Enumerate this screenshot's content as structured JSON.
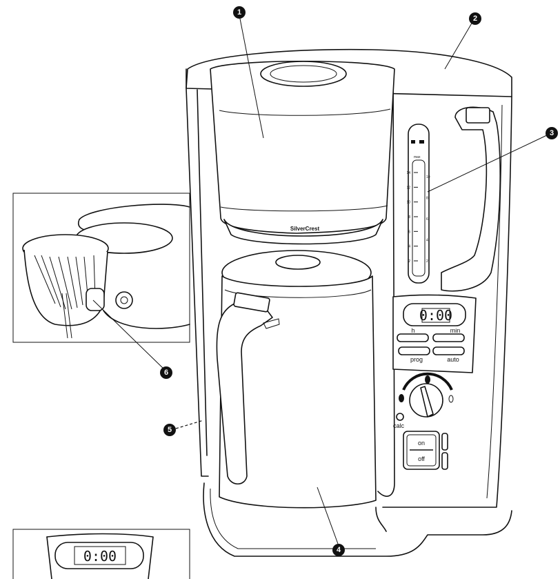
{
  "brand": "SilverCrest",
  "callouts": [
    {
      "id": 1,
      "label": "1"
    },
    {
      "id": 2,
      "label": "2"
    },
    {
      "id": 3,
      "label": "3"
    },
    {
      "id": 4,
      "label": "4"
    },
    {
      "id": 5,
      "label": "5"
    },
    {
      "id": 6,
      "label": "6"
    }
  ],
  "display": {
    "time": "0:00"
  },
  "buttons": {
    "hour": "h",
    "minute": "min",
    "program": "prog",
    "auto": "auto",
    "calc": "calc"
  },
  "power_switch": {
    "on": "on",
    "off": "off"
  },
  "inset_display": {
    "time": "0:00"
  },
  "water_gauge": {
    "header": "max",
    "cup_marks_left": [
      "14",
      "12",
      "10",
      "8",
      "6",
      "4",
      "2"
    ],
    "cup_marks_right": [
      "10",
      "8",
      "6",
      "4",
      "2"
    ]
  }
}
